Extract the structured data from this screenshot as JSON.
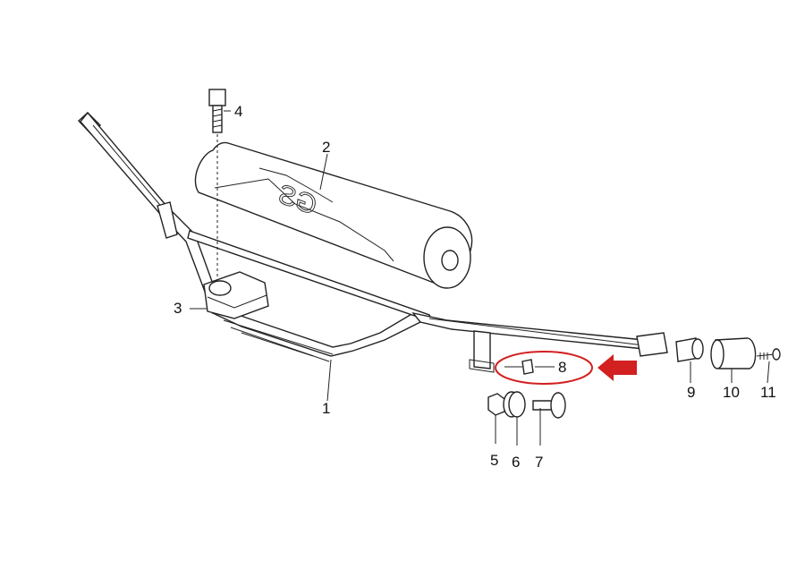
{
  "diagram": {
    "callouts": [
      {
        "id": "1",
        "text": "1"
      },
      {
        "id": "2",
        "text": "2"
      },
      {
        "id": "3",
        "text": "3"
      },
      {
        "id": "4",
        "text": "4"
      },
      {
        "id": "5",
        "text": "5"
      },
      {
        "id": "6",
        "text": "6"
      },
      {
        "id": "7",
        "text": "7"
      },
      {
        "id": "8",
        "text": "8"
      },
      {
        "id": "9",
        "text": "9"
      },
      {
        "id": "10",
        "text": "10"
      },
      {
        "id": "11",
        "text": "11"
      }
    ],
    "highlight": {
      "part": "8",
      "color": "#d32020"
    },
    "pad_logo_text": "GS"
  }
}
